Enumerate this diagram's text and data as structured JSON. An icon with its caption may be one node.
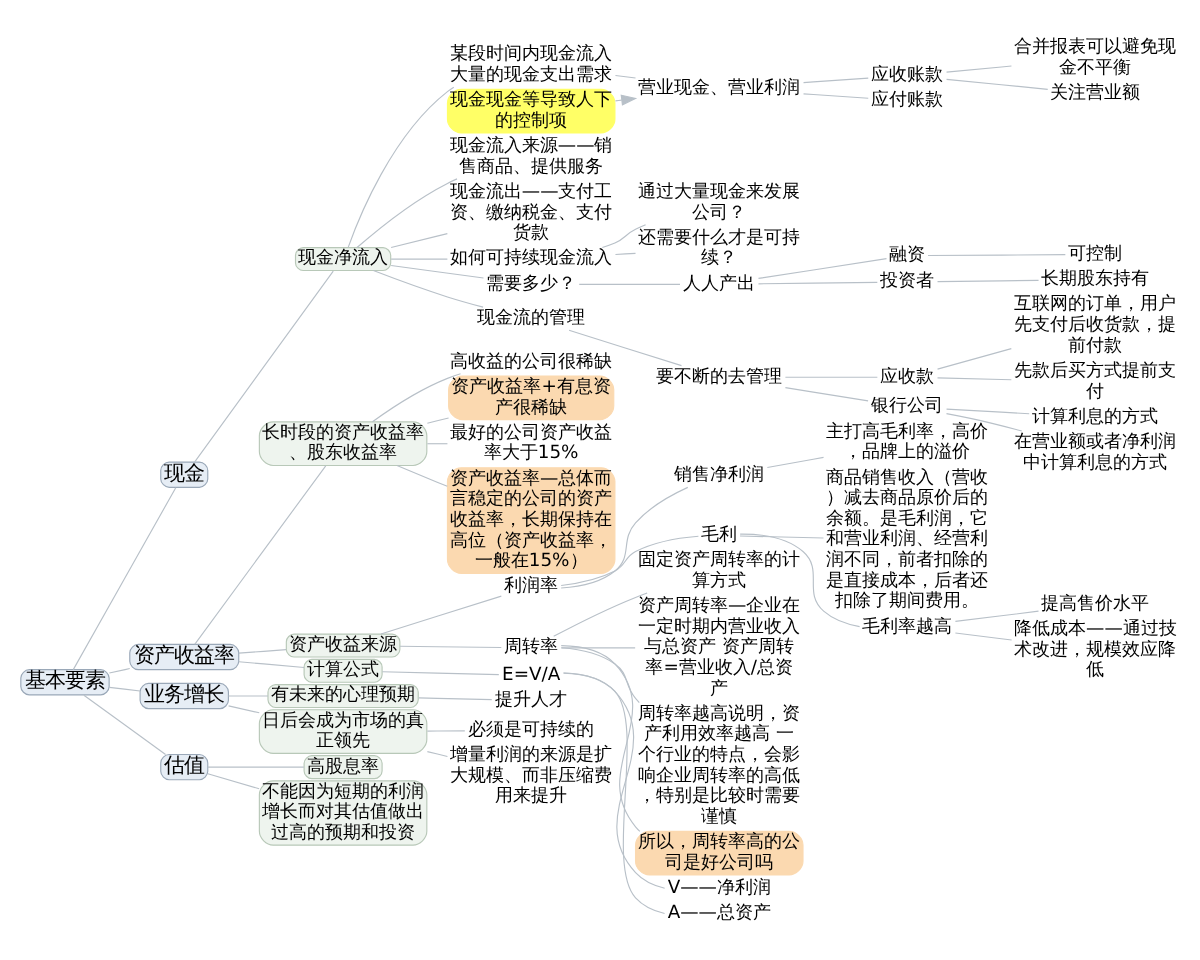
{
  "diagram": {
    "nodes": [
      {
        "text": [
          "基本要素"
        ]
      },
      {
        "text": [
          "现金"
        ]
      },
      {
        "text": [
          "现金净流入"
        ]
      },
      {
        "text": [
          "某段时间内现金流入大量的现金支出需求"
        ]
      },
      {
        "text": [
          "营业现金、营业利润"
        ]
      },
      {
        "text": [
          "现金现金等导致人下的控制项"
        ]
      },
      {
        "text": [
          "应收账款"
        ]
      },
      {
        "text": [
          "合并报表可以避免现金不平衡"
        ]
      },
      {
        "text": [
          "关注营业额"
        ]
      },
      {
        "text": [
          "应付账款"
        ]
      },
      {
        "text": [
          "现金流入来源——销售商品、提供服务"
        ]
      },
      {
        "text": [
          "现金流出——支付工资、缴纳税金、支付货款"
        ]
      },
      {
        "text": [
          "如何可持续现金流入"
        ]
      },
      {
        "text": [
          "通过大量现金来发展公司？"
        ]
      },
      {
        "text": [
          "还需要什么才是可持续？"
        ]
      },
      {
        "text": [
          "需要多少？"
        ]
      },
      {
        "text": [
          "人人产出"
        ]
      },
      {
        "text": [
          "融资"
        ]
      },
      {
        "text": [
          "可控制"
        ]
      },
      {
        "text": [
          "投资者"
        ]
      },
      {
        "text": [
          "长期股东持有"
        ]
      },
      {
        "text": [
          "现金流的管理"
        ]
      },
      {
        "text": [
          "要不断的去管理"
        ]
      },
      {
        "text": [
          "应收款"
        ]
      },
      {
        "text": [
          "互联网的订单，用户先支付后收货款，提前付款"
        ]
      },
      {
        "text": [
          "先款后买方式提前支付"
        ]
      },
      {
        "text": [
          "银行公司"
        ]
      },
      {
        "text": [
          "计算利息的方式"
        ]
      },
      {
        "text": [
          "在营业额或者净利润中计算利息的方式"
        ]
      },
      {
        "text": [
          "资产收益率"
        ]
      },
      {
        "text": [
          "长时段的资产收益率、股东收益率"
        ]
      },
      {
        "text": [
          "高收益的公司很稀缺"
        ]
      },
      {
        "text": [
          "资产收益率+有息资产很稀缺"
        ]
      },
      {
        "text": [
          "最好的公司资产收益率大于15%"
        ]
      },
      {
        "text": [
          "资产收益率—总体而言稳定的公司的资产收益率，长期保持在高位（资产收益率，一般在15%）"
        ]
      },
      {
        "text": [
          "资产收益来源"
        ]
      },
      {
        "text": [
          "利润率"
        ]
      },
      {
        "text": [
          "销售净利润"
        ]
      },
      {
        "text": [
          "主打高毛利率，高价，品牌上的溢价"
        ]
      },
      {
        "text": [
          "毛利"
        ]
      },
      {
        "text": [
          "商品销售收入（营收）减去商品原价后的余额。是毛利润，它和营业利润、经营利润不同，前者扣除的是直接成本，后者还扣除了期间费用。"
        ]
      },
      {
        "text": [
          "毛利率越高"
        ]
      },
      {
        "text": [
          "提高售价水平"
        ]
      },
      {
        "text": [
          "降低成本——通过技术改进，规模效应降低"
        ]
      },
      {
        "text": [
          "周转率"
        ]
      },
      {
        "text": [
          "固定资产周转率的计算方式"
        ]
      },
      {
        "text": [
          "资产周转率—企业在一定时期内营业收入与总资产 资产周转率=营业收入/总资产"
        ]
      },
      {
        "text": [
          "周转率越高说明，资产利用效率越高 一个行业的特点，会影响企业周转率的高低，特别是比较时需要谨慎"
        ]
      },
      {
        "text": [
          "所以，周转率高的公司是好公司吗"
        ]
      },
      {
        "text": [
          "计算公式"
        ]
      },
      {
        "text": [
          "E=V/A"
        ]
      },
      {
        "text": [
          "V——净利润"
        ]
      },
      {
        "text": [
          "A——总资产"
        ]
      },
      {
        "text": [
          "业务增长"
        ]
      },
      {
        "text": [
          "有未来的心理预期"
        ]
      },
      {
        "text": [
          "提升人才"
        ]
      },
      {
        "text": [
          "日后会成为市场的真正领先"
        ]
      },
      {
        "text": [
          "必须是可持续的"
        ]
      },
      {
        "text": [
          "增量利润的来源是扩大规模、而非压缩费用来提升"
        ]
      },
      {
        "text": [
          "估值"
        ]
      },
      {
        "text": [
          "高股息率"
        ]
      },
      {
        "text": [
          "不能因为短期的利润增长而对其估值做出过高的预期和投资"
        ]
      }
    ],
    "edges": [
      {
        "from": 0,
        "to": 1,
        "arrow": "none"
      },
      {
        "from": 1,
        "to": 2,
        "arrow": "none"
      },
      {
        "from": 2,
        "to": 3,
        "arrow": "none"
      },
      {
        "from": 3,
        "to": 4,
        "arrow": "none"
      },
      {
        "from": 5,
        "to": 4,
        "arrow": "to"
      },
      {
        "from": 4,
        "to": 6,
        "arrow": "none"
      },
      {
        "from": 6,
        "to": 7,
        "arrow": "none"
      },
      {
        "from": 6,
        "to": 8,
        "arrow": "none"
      },
      {
        "from": 4,
        "to": 9,
        "arrow": "none"
      },
      {
        "from": 2,
        "to": 10,
        "arrow": "none"
      },
      {
        "from": 2,
        "to": 11,
        "arrow": "none"
      },
      {
        "from": 2,
        "to": 12,
        "arrow": "none"
      },
      {
        "from": 12,
        "to": 13,
        "arrow": "none"
      },
      {
        "from": 12,
        "to": 14,
        "arrow": "none"
      },
      {
        "from": 2,
        "to": 15,
        "arrow": "none"
      },
      {
        "from": 15,
        "to": 16,
        "arrow": "none"
      },
      {
        "from": 16,
        "to": 17,
        "arrow": "none"
      },
      {
        "from": 17,
        "to": 18,
        "arrow": "none"
      },
      {
        "from": 16,
        "to": 19,
        "arrow": "none"
      },
      {
        "from": 19,
        "to": 20,
        "arrow": "none"
      },
      {
        "from": 2,
        "to": 21,
        "arrow": "none"
      },
      {
        "from": 21,
        "to": 22,
        "arrow": "none"
      },
      {
        "from": 22,
        "to": 23,
        "arrow": "none"
      },
      {
        "from": 23,
        "to": 24,
        "arrow": "none"
      },
      {
        "from": 23,
        "to": 25,
        "arrow": "none"
      },
      {
        "from": 22,
        "to": 26,
        "arrow": "none"
      },
      {
        "from": 26,
        "to": 27,
        "arrow": "none"
      },
      {
        "from": 26,
        "to": 28,
        "arrow": "none"
      },
      {
        "from": 0,
        "to": 29,
        "arrow": "none"
      },
      {
        "from": 29,
        "to": 30,
        "arrow": "none"
      },
      {
        "from": 30,
        "to": 31,
        "arrow": "none"
      },
      {
        "from": 30,
        "to": 32,
        "arrow": "none"
      },
      {
        "from": 30,
        "to": 33,
        "arrow": "none"
      },
      {
        "from": 30,
        "to": 34,
        "arrow": "none"
      },
      {
        "from": 29,
        "to": 35,
        "arrow": "none"
      },
      {
        "from": 35,
        "to": 36,
        "arrow": "none"
      },
      {
        "from": 36,
        "to": 37,
        "arrow": "none"
      },
      {
        "from": 37,
        "to": 38,
        "arrow": "none"
      },
      {
        "from": 36,
        "to": 39,
        "arrow": "none"
      },
      {
        "from": 39,
        "to": 40,
        "arrow": "none"
      },
      {
        "from": 39,
        "to": 41,
        "arrow": "none"
      },
      {
        "from": 41,
        "to": 42,
        "arrow": "none"
      },
      {
        "from": 41,
        "to": 43,
        "arrow": "none"
      },
      {
        "from": 35,
        "to": 44,
        "arrow": "none"
      },
      {
        "from": 44,
        "to": 45,
        "arrow": "none"
      },
      {
        "from": 44,
        "to": 46,
        "arrow": "none"
      },
      {
        "from": 44,
        "to": 47,
        "arrow": "none"
      },
      {
        "from": 44,
        "to": 48,
        "arrow": "none"
      },
      {
        "from": 29,
        "to": 49,
        "arrow": "none"
      },
      {
        "from": 49,
        "to": 50,
        "arrow": "none"
      },
      {
        "from": 50,
        "to": 51,
        "arrow": "none"
      },
      {
        "from": 50,
        "to": 52,
        "arrow": "none"
      },
      {
        "from": 0,
        "to": 53,
        "arrow": "none"
      },
      {
        "from": 53,
        "to": 54,
        "arrow": "none"
      },
      {
        "from": 54,
        "to": 55,
        "arrow": "none"
      },
      {
        "from": 53,
        "to": 56,
        "arrow": "none"
      },
      {
        "from": 56,
        "to": 57,
        "arrow": "none"
      },
      {
        "from": 56,
        "to": 58,
        "arrow": "none"
      },
      {
        "from": 0,
        "to": 59,
        "arrow": "none"
      },
      {
        "from": 59,
        "to": 60,
        "arrow": "none"
      },
      {
        "from": 59,
        "to": 61,
        "arrow": "none"
      }
    ]
  }
}
